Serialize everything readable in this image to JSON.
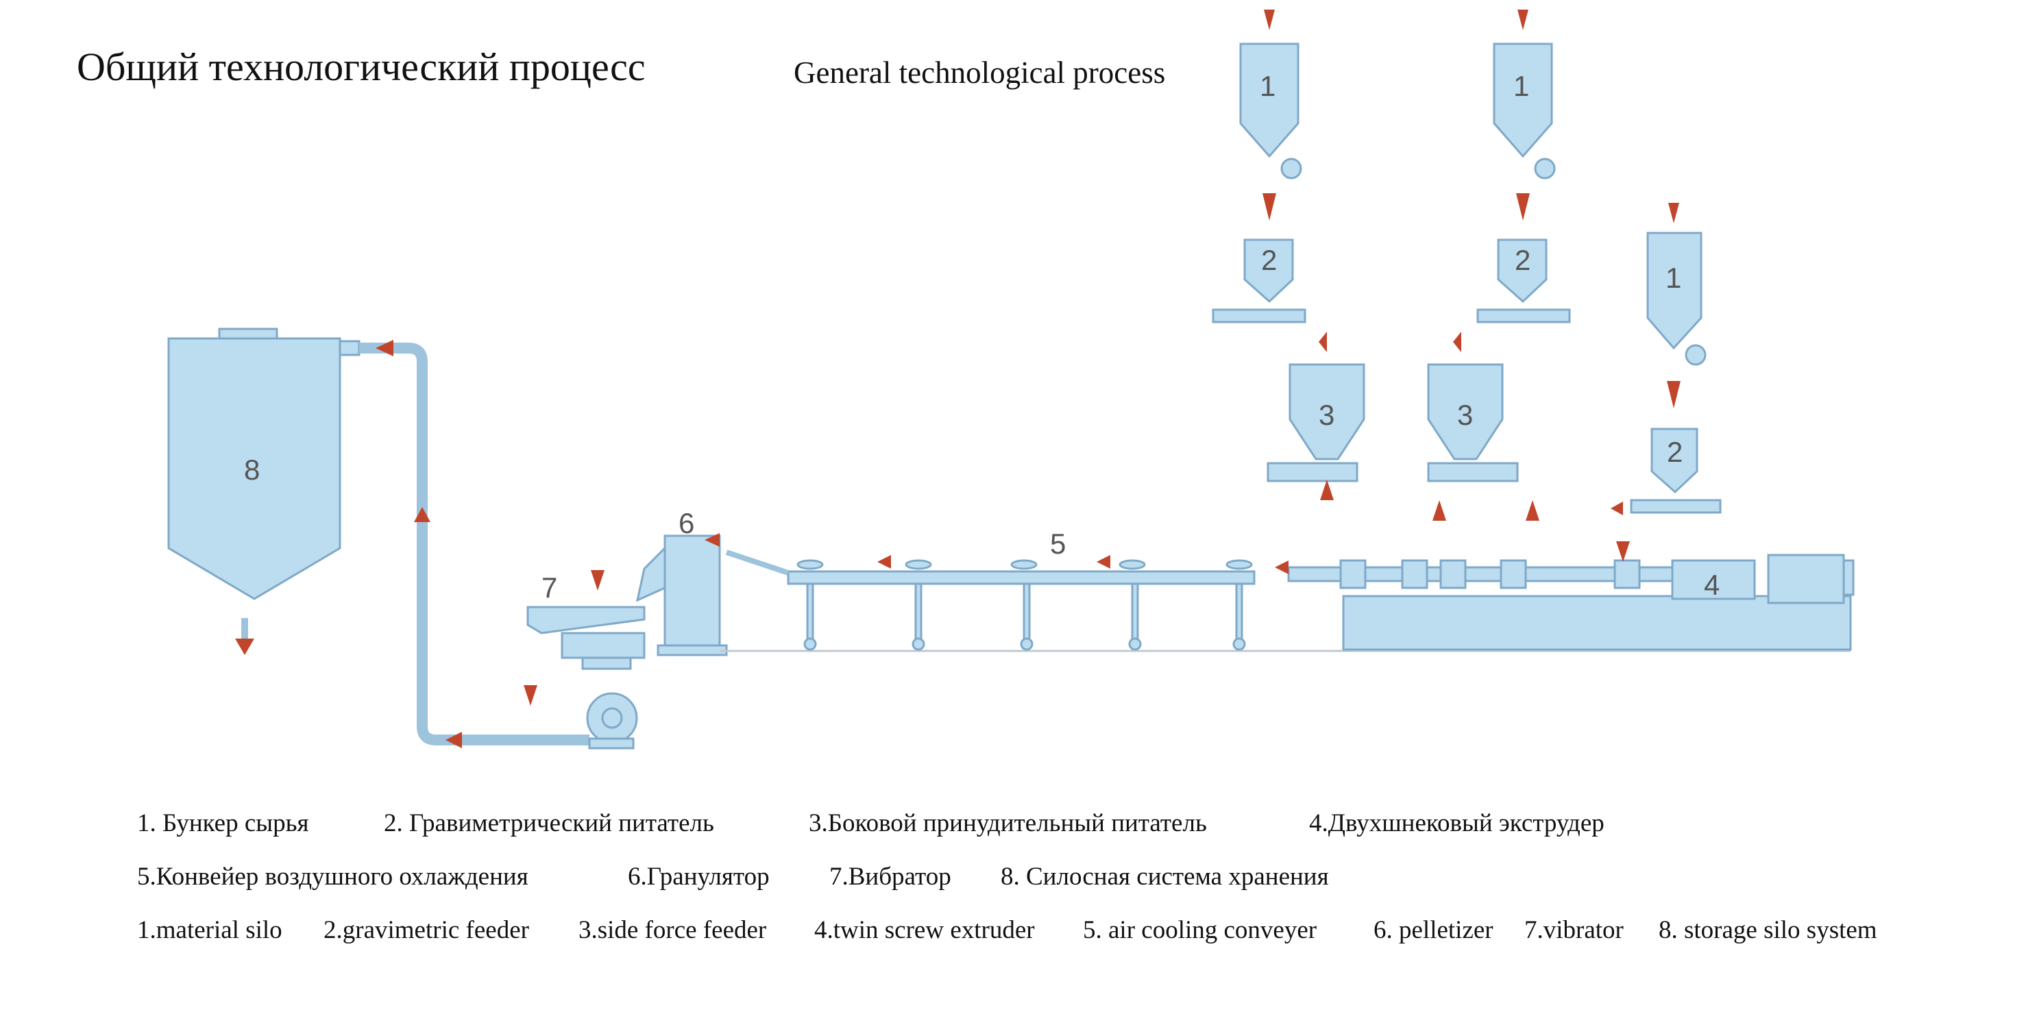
{
  "title_ru": "Общий технологический процесс",
  "title_en": "General technological process",
  "diagram_labels": {
    "hopper": "1",
    "feeder": "2",
    "side_feeder": "3",
    "extruder": "4",
    "conveyor": "5",
    "pelletizer": "6",
    "vibrator": "7",
    "silo": "8"
  },
  "legend": {
    "ru_row1": [
      "1. Бункер сырья",
      "2. Гравиметрический питатель",
      "3.Боковой принудительный питатель",
      "4.Двухшнековый экструдер"
    ],
    "ru_row2": [
      "5.Конвейер воздушного охлаждения",
      "6.Гранулятор",
      "7.Вибратор",
      "8. Силосная система хранения"
    ],
    "en_row": [
      "1.material silo",
      "2.gravimetric feeder",
      "3.side force feeder",
      "4.twin screw extruder",
      "5. air cooling conveyer",
      "6. pelletizer",
      "7.vibrator",
      "8. storage silo system"
    ]
  },
  "colors": {
    "equipment_fill": "#bcdcf0",
    "equipment_stroke": "#7fa9c8",
    "arrow": "#c1452b",
    "text": "#111111"
  }
}
